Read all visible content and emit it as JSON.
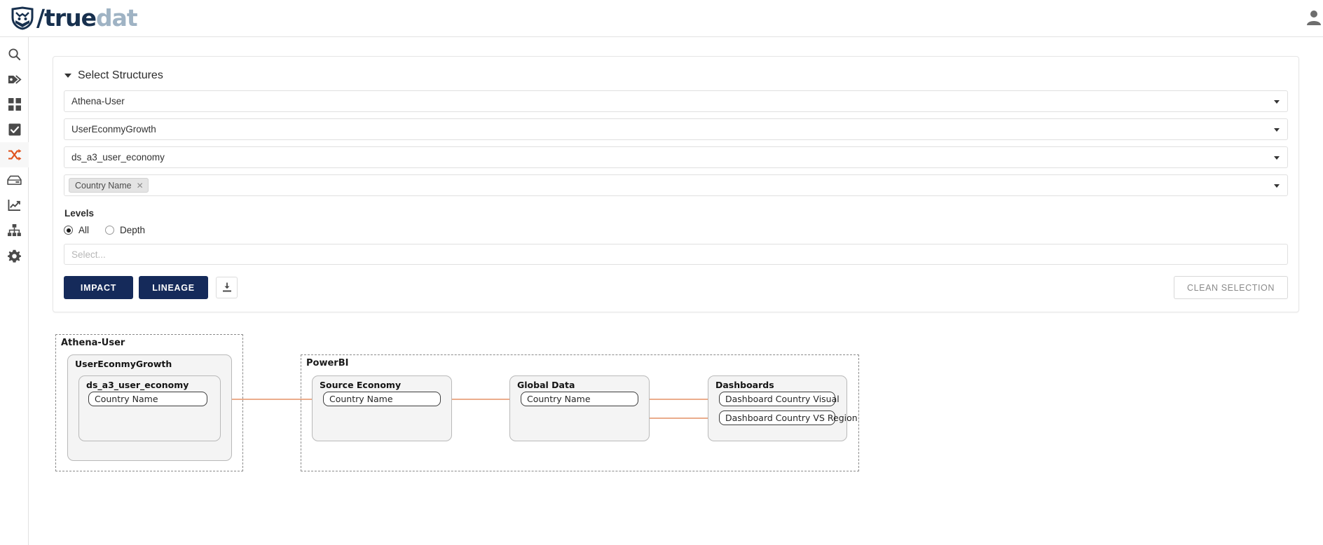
{
  "app": {
    "brand_slash": "/",
    "brand_primary": "true",
    "brand_secondary": "dat",
    "brand_color": "#17304e",
    "brand_accent": "#9fb3c4",
    "accent_color": "#e0541f"
  },
  "sidebar": {
    "items": [
      {
        "name": "search",
        "icon": "search-icon",
        "active": false
      },
      {
        "name": "tags",
        "icon": "tags-icon",
        "active": false
      },
      {
        "name": "dashboard",
        "icon": "grid-icon",
        "active": false
      },
      {
        "name": "tasks",
        "icon": "checkbox-icon",
        "active": false
      },
      {
        "name": "lineage",
        "icon": "shuffle-icon",
        "active": true
      },
      {
        "name": "data-sources",
        "icon": "database-icon",
        "active": false
      },
      {
        "name": "metrics",
        "icon": "chart-icon",
        "active": false
      },
      {
        "name": "hierarchy",
        "icon": "sitemap-icon",
        "active": false
      },
      {
        "name": "settings",
        "icon": "gear-icon",
        "active": false
      }
    ]
  },
  "panel": {
    "title": "Select Structures",
    "collapse_icon": "caret-down-icon",
    "selects": [
      {
        "value": "Athena-User",
        "name": "system-select"
      },
      {
        "value": "UserEconmyGrowth",
        "name": "group-select"
      },
      {
        "value": "ds_a3_user_economy",
        "name": "structure-select"
      }
    ],
    "fields_select": {
      "name": "fields-select",
      "chips": [
        {
          "label": "Country Name",
          "remove_icon": "close-icon"
        }
      ]
    },
    "levels": {
      "label": "Levels",
      "options": [
        {
          "label": "All",
          "selected": true
        },
        {
          "label": "Depth",
          "selected": false
        }
      ],
      "depth_placeholder": "Select..."
    },
    "buttons": {
      "impact": "IMPACT",
      "lineage": "LINEAGE",
      "download_icon": "download-icon",
      "clean": "CLEAN SELECTION"
    }
  },
  "graph": {
    "groups": [
      {
        "title": "Athena-User",
        "subgroups": [
          {
            "title": "UserEconmyGrowth",
            "subgroups": [
              {
                "title": "ds_a3_user_economy",
                "nodes": [
                  {
                    "label": "Country Name"
                  }
                ]
              }
            ]
          }
        ]
      },
      {
        "title": "PowerBI",
        "subgroups": [
          {
            "title": "Source Economy",
            "nodes": [
              {
                "label": "Country Name"
              }
            ]
          },
          {
            "title": "Global Data",
            "nodes": [
              {
                "label": "Country Name"
              }
            ]
          },
          {
            "title": "Dashboards",
            "nodes": [
              {
                "label": "Dashboard Country Visual"
              },
              {
                "label": "Dashboard Country VS Region"
              }
            ]
          }
        ]
      }
    ],
    "edges": [
      {
        "from": "Athena-User.Country Name",
        "to": "Source Economy.Country Name"
      },
      {
        "from": "Source Economy.Country Name",
        "to": "Global Data.Country Name"
      },
      {
        "from": "Global Data.Country Name",
        "to": "Dashboard Country Visual"
      },
      {
        "from": "Global Data.Country Name",
        "to": "Dashboard Country VS Region"
      }
    ],
    "edge_color": "#e8a07c"
  }
}
